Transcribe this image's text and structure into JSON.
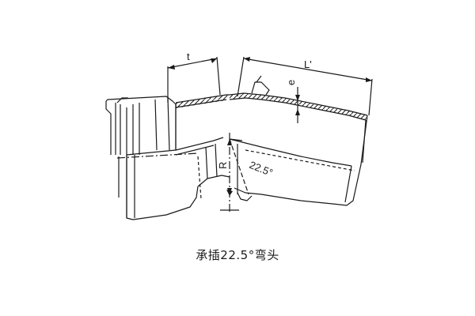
{
  "diagram": {
    "labels": {
      "t": "t",
      "l_prime": "L'",
      "e": "e",
      "r": "R",
      "angle": "22.5°"
    },
    "caption": "承插22.5°弯头",
    "colors": {
      "line": "#1a1a1a",
      "background": "#ffffff"
    }
  }
}
